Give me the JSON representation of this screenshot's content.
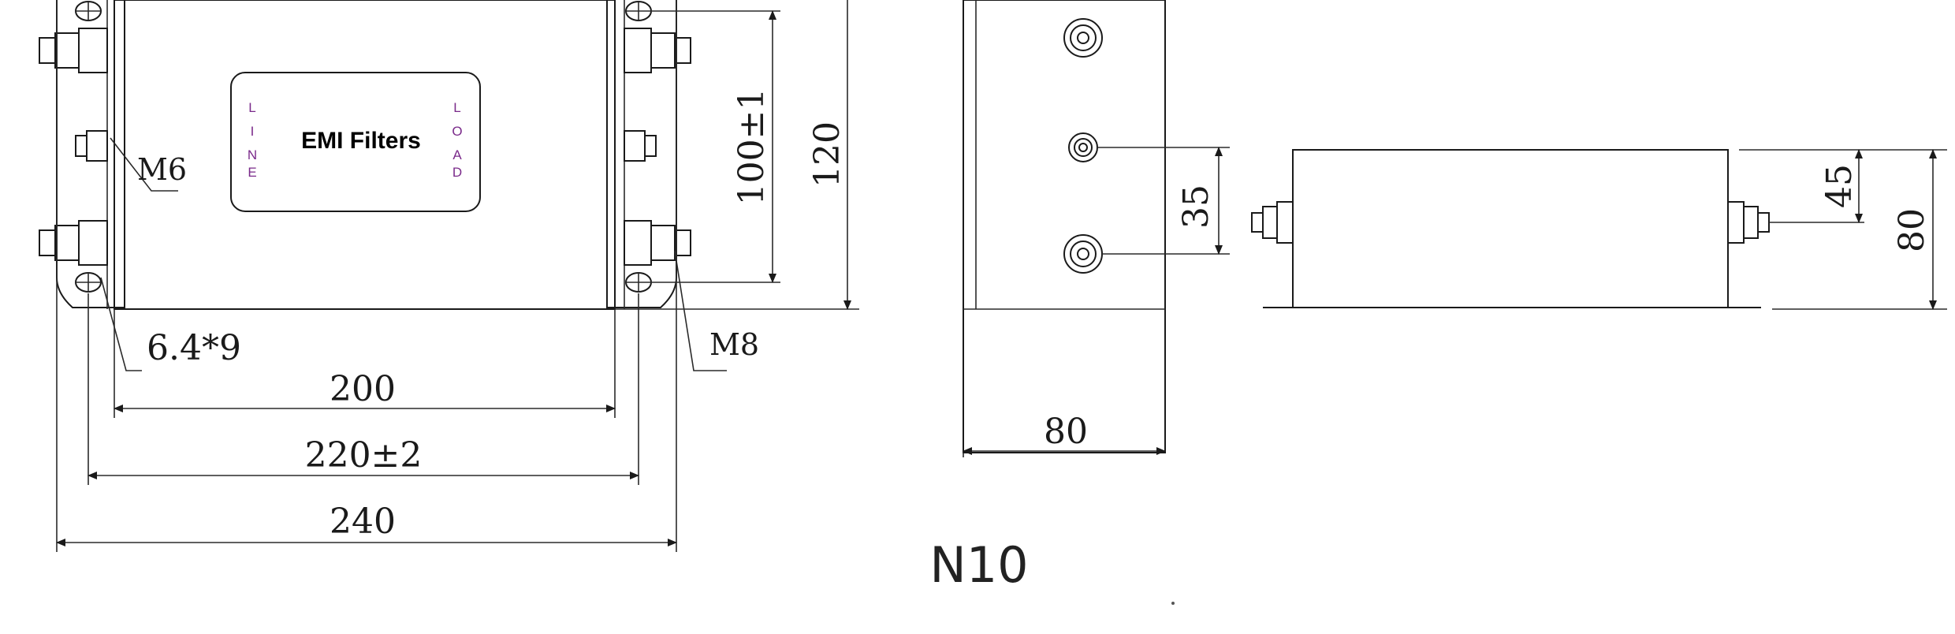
{
  "front_view": {
    "label_title": "EMI Filters",
    "line_letters": [
      "L",
      "I",
      "N",
      "E"
    ],
    "load_letters": [
      "L",
      "O",
      "A",
      "D"
    ],
    "thread_small": "M6",
    "thread_large": "M8",
    "mount_hole": "6.4*9",
    "dim_200": "200",
    "dim_220": "220±2",
    "dim_240": "240",
    "dim_100": "100±1",
    "dim_120": "120"
  },
  "side_view": {
    "dim_80_width": "80",
    "dim_35": "35"
  },
  "top_view": {
    "dim_45": "45",
    "dim_80_height": "80"
  },
  "model": "N10"
}
